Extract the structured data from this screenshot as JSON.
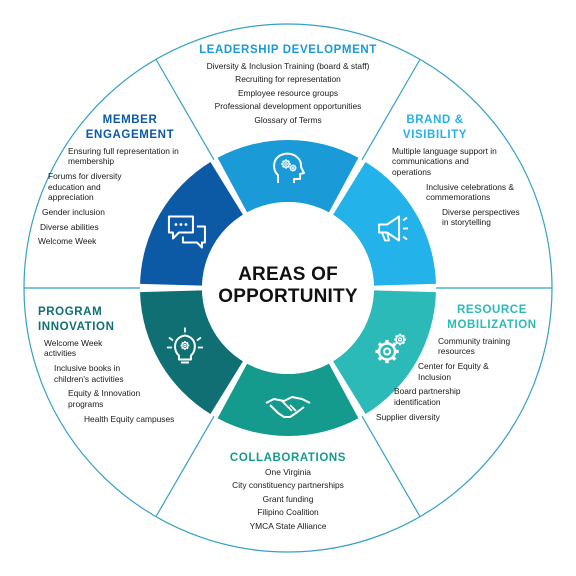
{
  "center": {
    "line1": "AREAS OF",
    "line2": "OPPORTUNITY"
  },
  "colors": {
    "ring_border": "#35a0c6",
    "text_dark": "#1a1a1a",
    "icon_color": "#ffffff"
  },
  "sections": {
    "leadership": {
      "title": "LEADERSHIP DEVELOPMENT",
      "color": "#1a9ad6",
      "icon": "head-gears-icon",
      "items": [
        "Diversity & Inclusion Training (board & staff)",
        "Recruiting for representation",
        "Employee resource groups",
        "Professional development opportunities",
        "Glossary of Terms"
      ]
    },
    "brand": {
      "title_line1": "BRAND &",
      "title_line2": "VISIBILITY",
      "color": "#23b2ea",
      "icon": "megaphone-icon",
      "items": [
        "Multiple language support in communications and operations",
        "Inclusive celebrations & commemorations",
        "Diverse perspectives in storytelling"
      ]
    },
    "resource": {
      "title_line1": "RESOURCE",
      "title_line2": "MOBILIZATION",
      "color": "#2bbab8",
      "icon": "gears-icon",
      "items": [
        "Community training resources",
        "Center for Equity & Inclusion",
        "Board partnership identification",
        "Supplier diversity"
      ]
    },
    "collaborations": {
      "title": "COLLABORATIONS",
      "color": "#149b8e",
      "icon": "handshake-icon",
      "items": [
        "One Virginia",
        "City constituency partnerships",
        "Grant funding",
        "Filipino Coalition",
        "YMCA State Alliance"
      ]
    },
    "program": {
      "title_line1": "PROGRAM",
      "title_line2": "INNOVATION",
      "color": "#0f6f73",
      "icon": "lightbulb-gear-icon",
      "items": [
        "Welcome Week activities",
        "Inclusive books in children's activities",
        "Equity & Innovation programs",
        "Health Equity campuses"
      ]
    },
    "member": {
      "title_line1": "MEMBER",
      "title_line2": "ENGAGEMENT",
      "color": "#0c5aa6",
      "icon": "chat-bubbles-icon",
      "items": [
        "Ensuring full representation in membership",
        "Forums for diversity education and appreciation",
        "Gender inclusion",
        "Diverse abilities",
        "Welcome Week"
      ]
    }
  }
}
